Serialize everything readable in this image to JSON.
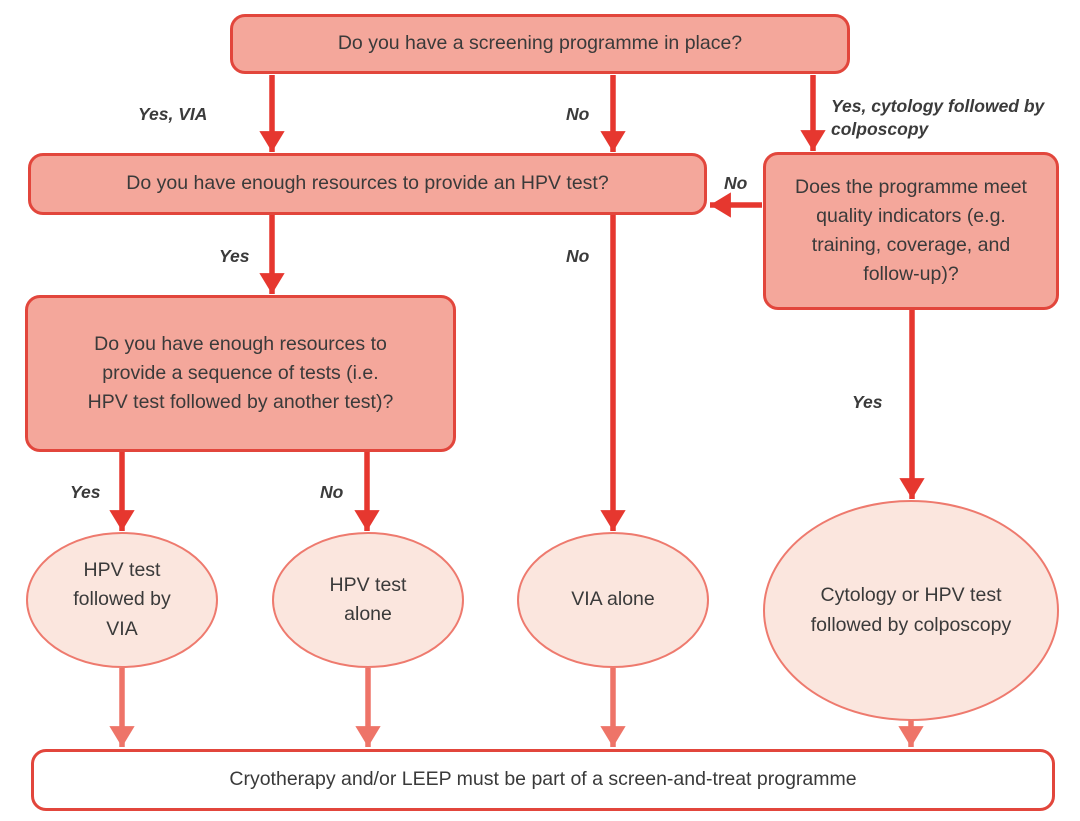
{
  "title": "Cervical cancer screening programme decision flowchart",
  "colors": {
    "box_fill": "#f4a79b",
    "box_border": "#e2463c",
    "ellipse_fill": "#fbe6de",
    "ellipse_border": "#ee7a6e",
    "arrow_red": "#e6372f",
    "arrow_light": "#ee7468",
    "text": "#3a3a3a"
  },
  "nodes": {
    "screening": "Do you have a screening programme in place?",
    "hpv_resources": "Do you have enough resources to provide an HPV test?",
    "sequence": "Do you have enough resources to provide a sequence of tests (i.e. HPV test followed by another test)?",
    "quality": "Does the programme meet quality indicators (e.g. training, coverage, and follow-up)?",
    "hpv_then_via": "HPV test followed by VIA",
    "hpv_alone": "HPV test alone",
    "via_alone": "VIA alone",
    "cytology": "Cytology or HPV test followed by colposcopy",
    "treatment": "Cryotherapy and/or LEEP must be part of a screen-and-treat programme"
  },
  "labels": {
    "screening_yes_via": "Yes, VIA",
    "screening_no": "No",
    "screening_yes_cytology": "Yes, cytology followed by colposcopy",
    "quality_no": "No",
    "hpv_resources_yes": "Yes",
    "hpv_resources_no": "No",
    "sequence_yes": "Yes",
    "sequence_no": "No",
    "quality_yes": "Yes"
  }
}
